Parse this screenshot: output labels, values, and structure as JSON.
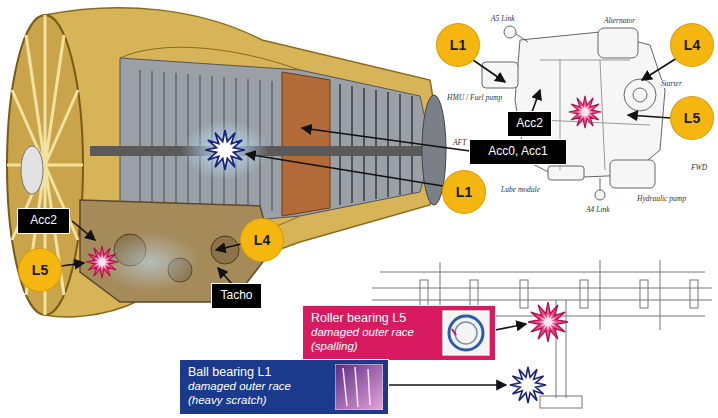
{
  "diagram": {
    "nodes": [
      {
        "text": [
          "L1"
        ]
      },
      {
        "text": [
          "L4"
        ]
      },
      {
        "text": [
          "Acc2"
        ]
      },
      {
        "text": [
          "L5"
        ]
      },
      {
        "text": [
          "Acc0, Acc1"
        ]
      },
      {
        "text": [
          "L1"
        ]
      },
      {
        "text": [
          "Acc2"
        ]
      },
      {
        "text": [
          "L4"
        ]
      },
      {
        "text": [
          "L5"
        ]
      },
      {
        "text": [
          "Tacho"
        ]
      },
      {
        "text": [
          "Roller bearing L5",
          "damaged outer race (spalling)"
        ]
      },
      {
        "text": [
          "Ball bearing L1",
          "damaged outer race (heavy scratch)"
        ]
      }
    ],
    "labels": [
      "A5 Link",
      "Alternator",
      "Starter",
      "HMU / Fuel pump",
      "AFT",
      "FWD",
      "Hydraulic pump",
      "Lube module",
      "A4 Link"
    ]
  }
}
